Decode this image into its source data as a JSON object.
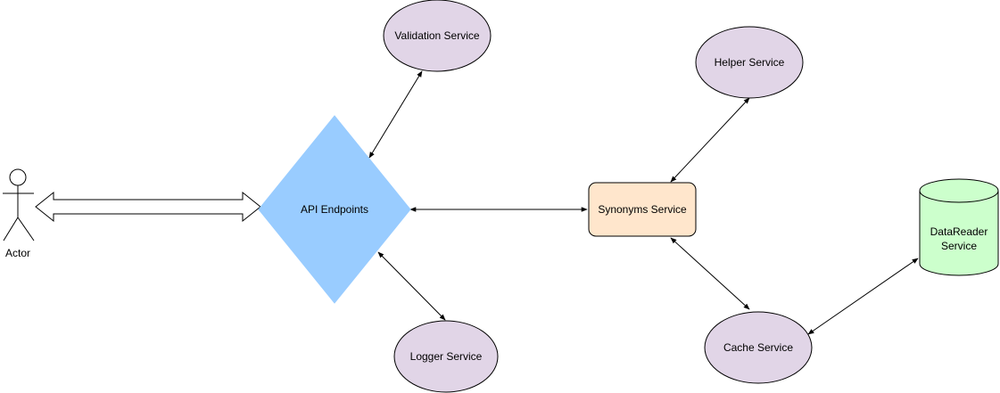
{
  "diagram": {
    "actor": {
      "label": "Actor"
    },
    "api_endpoints": {
      "label": "API Endpoints"
    },
    "validation_service": {
      "label": "Validation Service"
    },
    "logger_service": {
      "label": "Logger Service"
    },
    "synonyms_service": {
      "label": "Synonyms Service"
    },
    "helper_service": {
      "label": "Helper Service"
    },
    "cache_service": {
      "label": "Cache Service"
    },
    "datareader_service": {
      "label_line1": "DataReader",
      "label_line2": "Service"
    }
  },
  "colors": {
    "service_ellipse_fill": "#e1d5e7",
    "service_ellipse_stroke": "#000000",
    "api_diamond_fill": "#99ccff",
    "synonyms_fill": "#ffe6cc",
    "datareader_fill": "#ccffcc",
    "connector": "#000000"
  }
}
